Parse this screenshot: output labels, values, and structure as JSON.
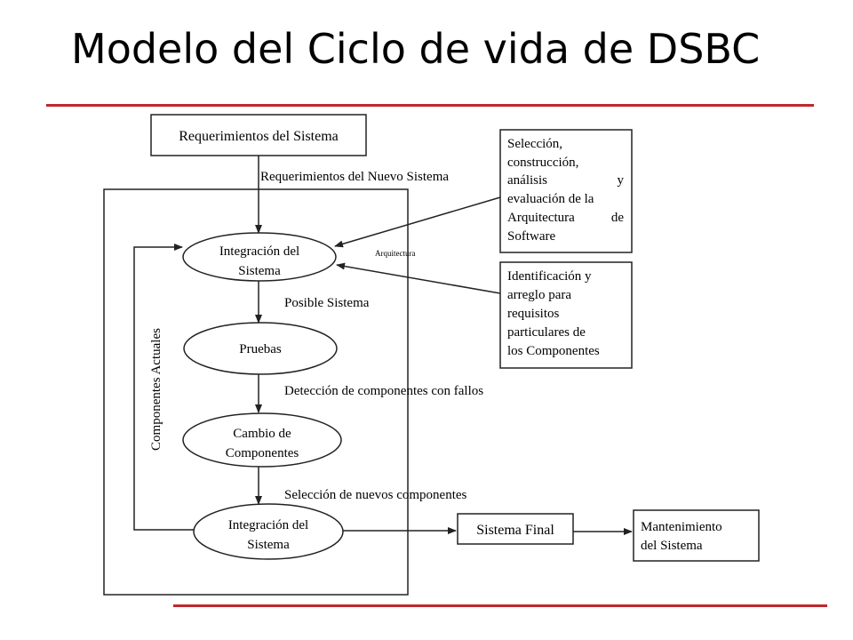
{
  "slide": {
    "title": "Modelo del Ciclo de vida de DSBC"
  },
  "colors": {
    "accent_rule": "#c0272d",
    "ink": "#000000"
  },
  "diagram": {
    "boxes": {
      "requerimientos": "Requerimientos del Sistema",
      "seleccion": [
        "Selección,",
        "construcción,",
        "análisis",
        "evaluación  de  la",
        "Arquitectura",
        "Software"
      ],
      "seleccion_extra": [
        "y",
        "de"
      ],
      "identificacion": [
        "Identificación y",
        "arreglo para",
        "requisitos",
        "particulares de",
        "los Componentes"
      ],
      "sistema_final": "Sistema Final",
      "mantenimiento": [
        "Mantenimiento",
        "del Sistema"
      ]
    },
    "nodes": {
      "integracion_1": [
        "Integración del",
        "Sistema"
      ],
      "pruebas": "Pruebas",
      "cambio": [
        "Cambio de",
        "Componentes"
      ],
      "integracion_2": [
        "Integración del",
        "Sistema"
      ]
    },
    "labels": {
      "nuevo_sistema": "Requerimientos del Nuevo Sistema",
      "arquitectura": "Arquitectura",
      "posible_sistema": "Posible Sistema",
      "deteccion": "Detección de componentes con fallos",
      "seleccion_nuevos": "Selección de nuevos componentes",
      "componentes_actuales": "Componentes Actuales"
    }
  }
}
